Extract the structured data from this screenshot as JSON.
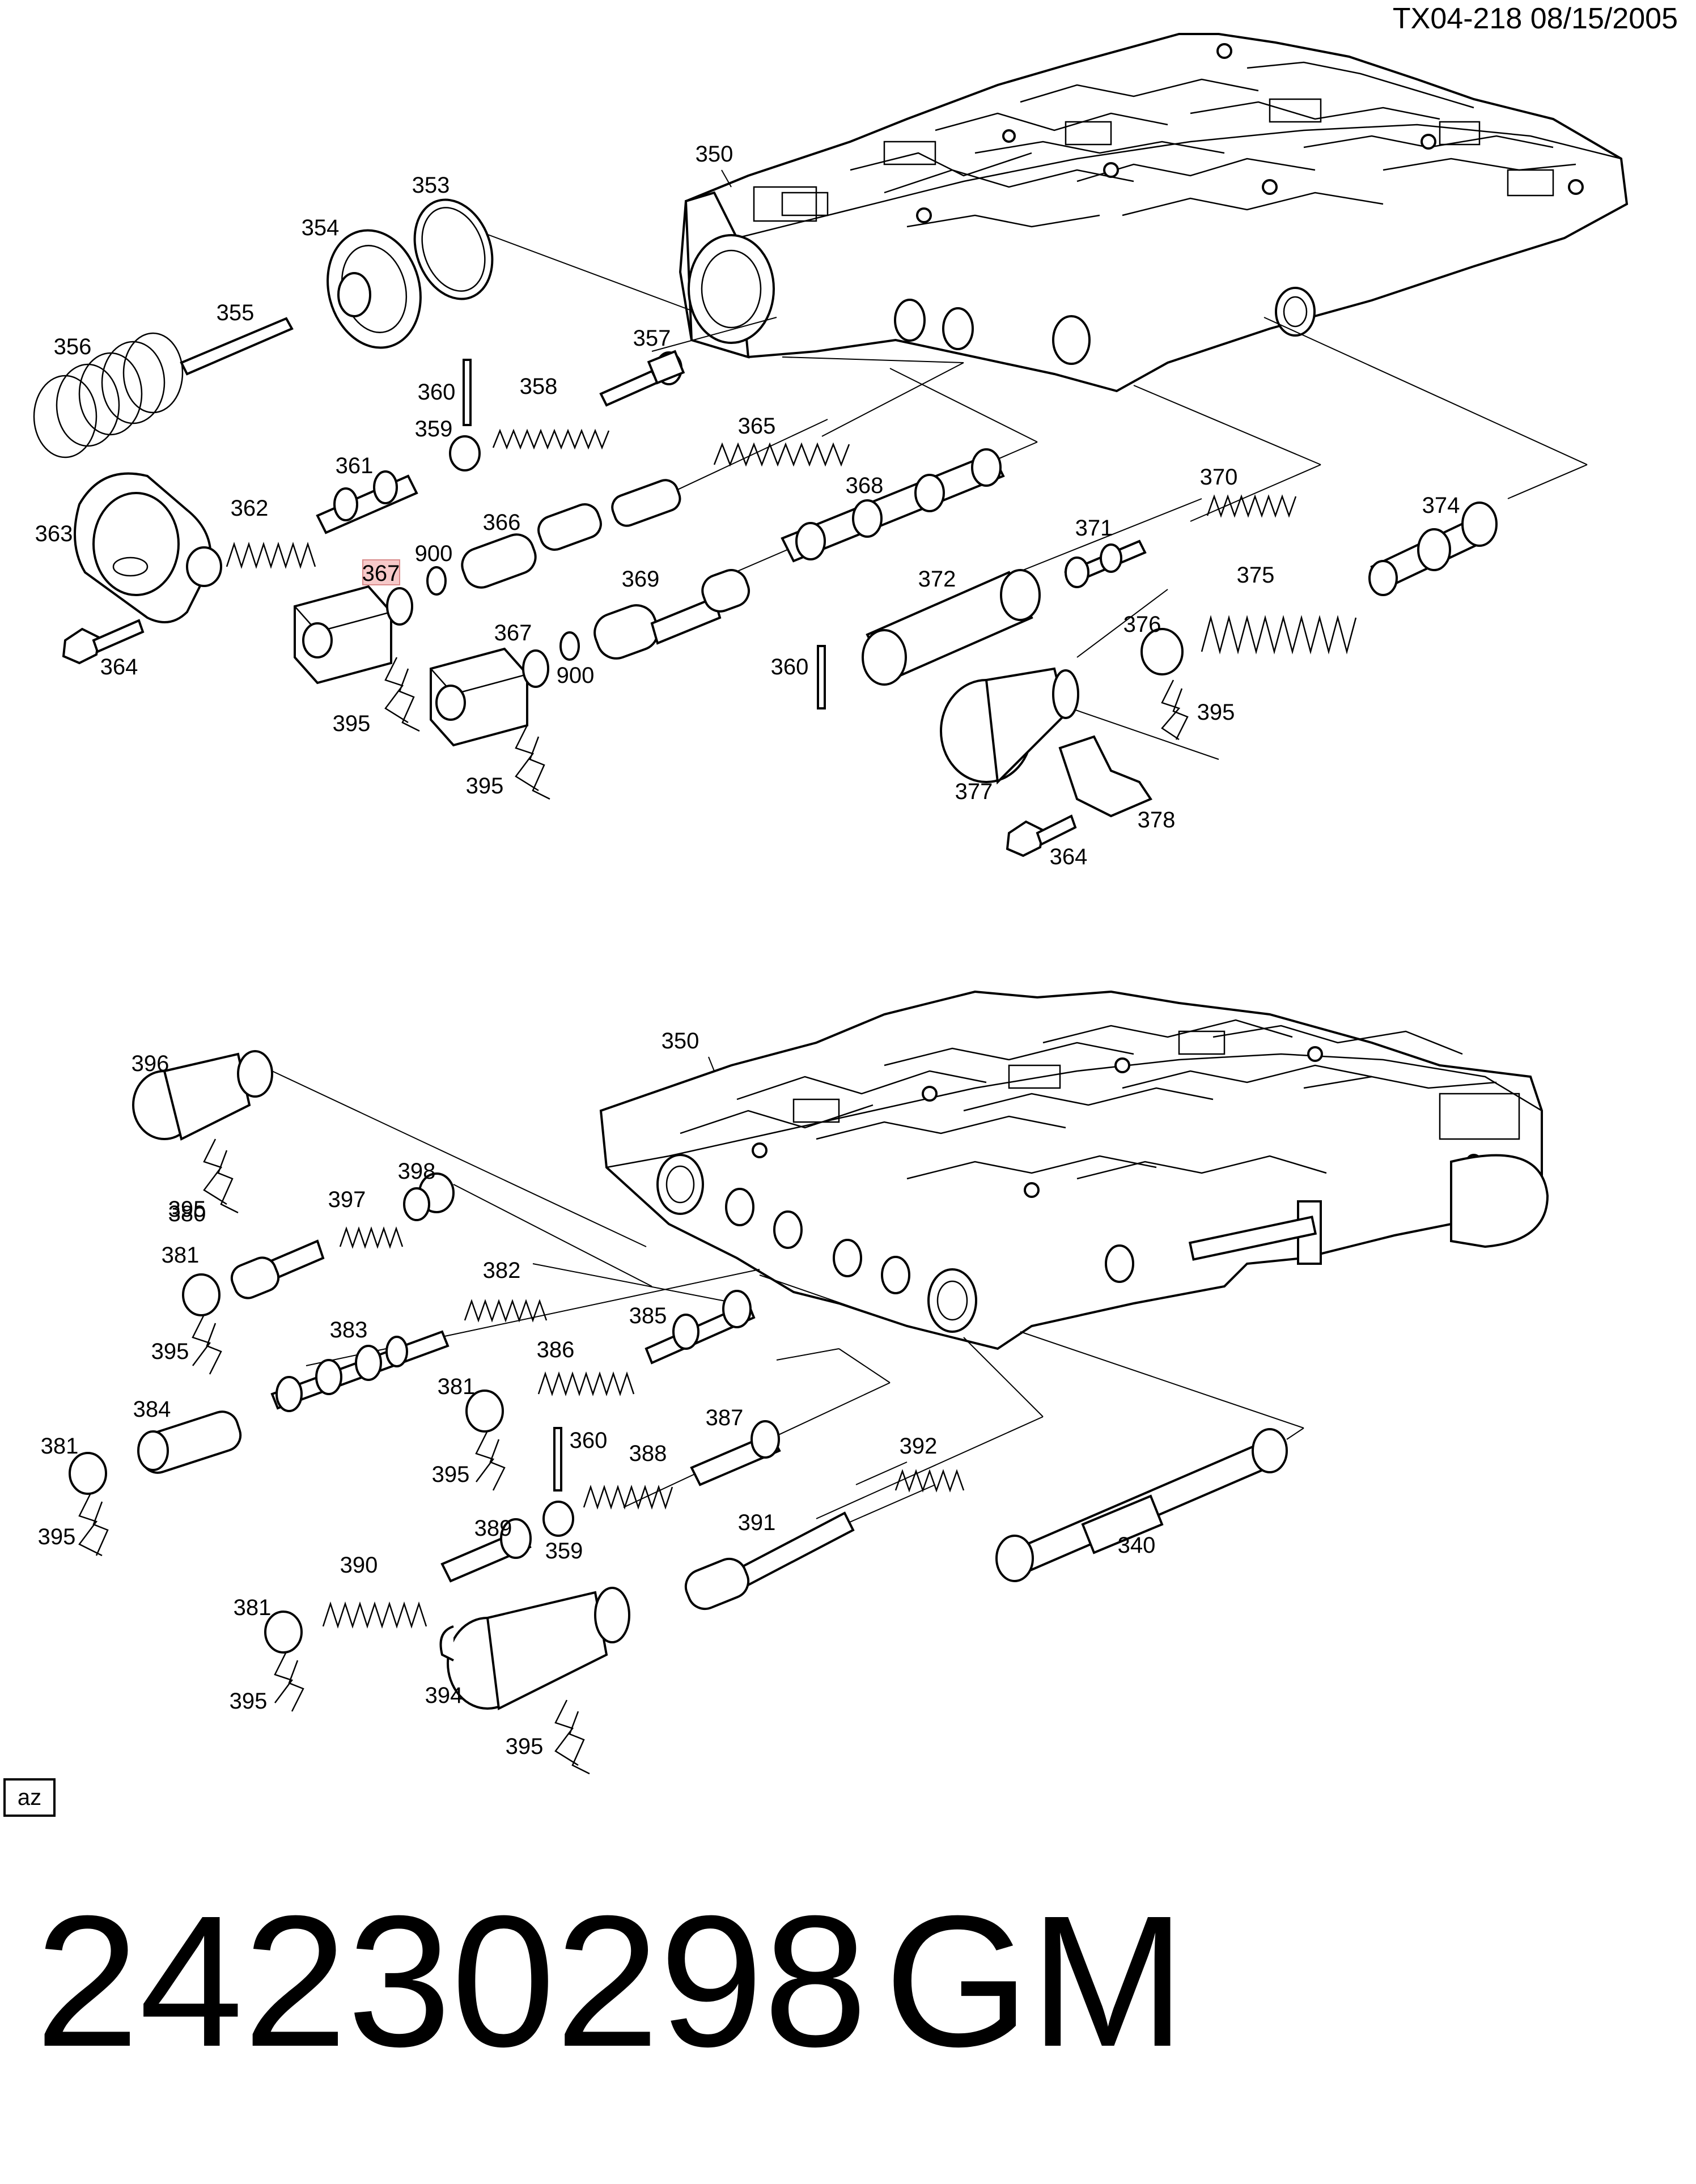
{
  "header": {
    "ref": "TX04-218  08/15/2005"
  },
  "footer": {
    "part_number": "24230298",
    "brand": "GM"
  },
  "legend_box": {
    "label": "az"
  },
  "highlight_color": "#f6c9c9",
  "callouts": [
    {
      "text": "350"
    },
    {
      "text": "353"
    },
    {
      "text": "354"
    },
    {
      "text": "355"
    },
    {
      "text": "356"
    },
    {
      "text": "357"
    },
    {
      "text": "360"
    },
    {
      "text": "358"
    },
    {
      "text": "359"
    },
    {
      "text": "361"
    },
    {
      "text": "365"
    },
    {
      "text": "362"
    },
    {
      "text": "363"
    },
    {
      "text": "366"
    },
    {
      "text": "368"
    },
    {
      "text": "370"
    },
    {
      "text": "371"
    },
    {
      "text": "374"
    },
    {
      "text": "367"
    },
    {
      "text": "900"
    },
    {
      "text": "372"
    },
    {
      "text": "375"
    },
    {
      "text": "369"
    },
    {
      "text": "364"
    },
    {
      "text": "367"
    },
    {
      "text": "376"
    },
    {
      "text": "900"
    },
    {
      "text": "360"
    },
    {
      "text": "395"
    },
    {
      "text": "395"
    },
    {
      "text": "395"
    },
    {
      "text": "377"
    },
    {
      "text": "378"
    },
    {
      "text": "364"
    },
    {
      "text": "350"
    },
    {
      "text": "396"
    },
    {
      "text": "398"
    },
    {
      "text": "397"
    },
    {
      "text": "380"
    },
    {
      "text": "395"
    },
    {
      "text": "381"
    },
    {
      "text": "382"
    },
    {
      "text": "395"
    },
    {
      "text": "383"
    },
    {
      "text": "385"
    },
    {
      "text": "386"
    },
    {
      "text": "381"
    },
    {
      "text": "384"
    },
    {
      "text": "387"
    },
    {
      "text": "381"
    },
    {
      "text": "360"
    },
    {
      "text": "388"
    },
    {
      "text": "392"
    },
    {
      "text": "395"
    },
    {
      "text": "395"
    },
    {
      "text": "389"
    },
    {
      "text": "391"
    },
    {
      "text": "359"
    },
    {
      "text": "340"
    },
    {
      "text": "390"
    },
    {
      "text": "381"
    },
    {
      "text": "394"
    },
    {
      "text": "395"
    },
    {
      "text": "395"
    }
  ]
}
